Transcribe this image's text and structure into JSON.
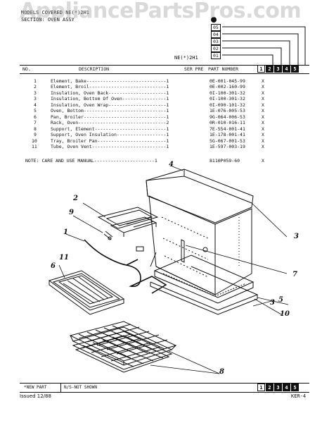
{
  "watermark": "AppliancePartsPros.com",
  "header": {
    "models_covered": "MODELS COVERED  NE(*)2H1",
    "section": "SECTION: OVEN ASSY",
    "model_label": "NE(*)2H1",
    "version_labels": [
      "05",
      "04",
      "03",
      "02",
      "01"
    ]
  },
  "table": {
    "columns": {
      "no": "NO.",
      "description": "DESCRIPTION",
      "ser_pre": "SER PRE",
      "part_number": "PART NUMBER"
    },
    "boxes": [
      "1",
      "2",
      "3",
      "4",
      "5"
    ],
    "rows": [
      {
        "no": "1",
        "desc": "Element, Bake-----------------------------1",
        "part": "0E-001-045-99",
        "mark": "X"
      },
      {
        "no": "2",
        "desc": "Element, Broil----------------------------1",
        "part": "0E-002-160-99",
        "mark": "X"
      },
      {
        "no": "3",
        "desc": "Insulation, Oven Back---------------------1",
        "part": "0I-100-301-32",
        "mark": "X"
      },
      {
        "no": "3",
        "desc": "Insulation, Bottom Of Oven----------------1",
        "part": "0I-100-301-32",
        "mark": "X"
      },
      {
        "no": "4",
        "desc": "Insulation, Oven Wrap---------------------1",
        "part": "0I-090-101-32",
        "mark": "X"
      },
      {
        "no": "5",
        "desc": "Oven, Bottom------------------------------1",
        "part": "1E-076-005-53",
        "mark": "X"
      },
      {
        "no": "6",
        "desc": "Pan, Broiler------------------------------1",
        "part": "9G-064-006-53",
        "mark": "X"
      },
      {
        "no": "7",
        "desc": "Rack, Oven--------------------------------2",
        "part": "0R-010-016-11",
        "mark": "X"
      },
      {
        "no": "8",
        "desc": "Support, Element--------------------------1",
        "part": "7E-554-001-41",
        "mark": "X"
      },
      {
        "no": "9",
        "desc": "Support, Oven Insulation------------------1",
        "part": "1E-178-001-41",
        "mark": "X"
      },
      {
        "no": "10",
        "desc": "Tray, Broiler Pan-------------------------1",
        "part": "5G-067-001-53",
        "mark": "X"
      },
      {
        "no": "11",
        "desc": "Tube, Oven Vent---------------------------1",
        "part": "1E-597-003-19",
        "mark": "X"
      }
    ],
    "note": {
      "text": "NOTE: CARE AND USE MANUAL----------------------1",
      "part": "8110P059-60",
      "mark": "X"
    }
  },
  "callouts": [
    "1",
    "2",
    "3",
    "3",
    "4",
    "5",
    "6",
    "7",
    "8",
    "9",
    "10",
    "11"
  ],
  "footer": {
    "new_part": "*NEW PART",
    "ns": "N/S-NOT SHOWN",
    "boxes": [
      "1",
      "2",
      "3",
      "4",
      "5"
    ],
    "issued": "Issued 12/88",
    "page": "KER-4"
  }
}
